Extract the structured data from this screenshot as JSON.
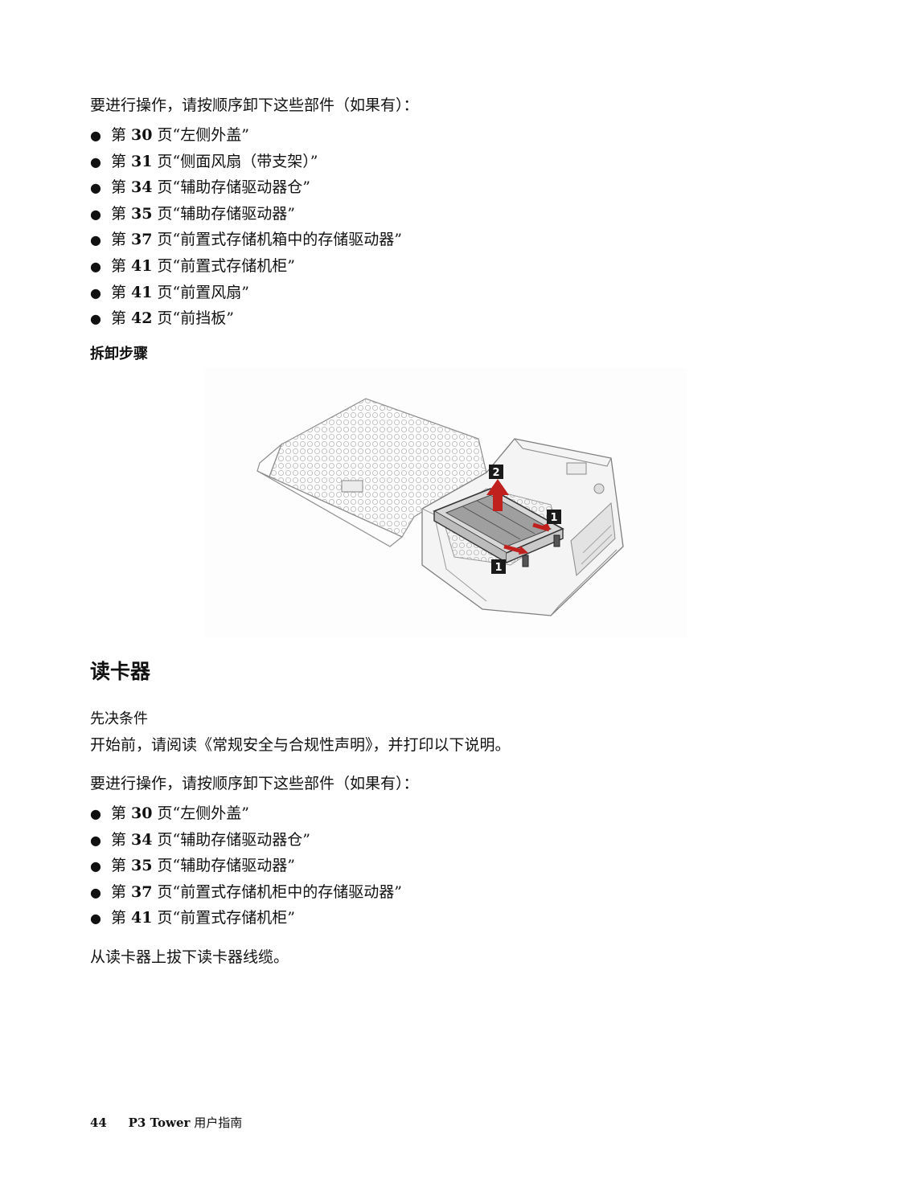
{
  "section1": {
    "intro": "要进行操作，请按顺序卸下这些部件（如果有）：",
    "items": [
      {
        "prefix": "第",
        "page": "30",
        "suffix": "页",
        "title": "“左侧外盖”"
      },
      {
        "prefix": "第",
        "page": "31",
        "suffix": "页",
        "title": "“侧面风扇（带支架）”"
      },
      {
        "prefix": "第",
        "page": "34",
        "suffix": "页",
        "title": "“辅助存储驱动器仓”"
      },
      {
        "prefix": "第",
        "page": "35",
        "suffix": "页",
        "title": "“辅助存储驱动器”"
      },
      {
        "prefix": "第",
        "page": "37",
        "suffix": "页",
        "title": "“前置式存储机箱中的存储驱动器”"
      },
      {
        "prefix": "第",
        "page": "41",
        "suffix": "页",
        "title": "“前置式存储机柜”"
      },
      {
        "prefix": "第",
        "page": "41",
        "suffix": "页",
        "title": "“前置风扇”"
      },
      {
        "prefix": "第",
        "page": "42",
        "suffix": "页",
        "title": "“前挡板”"
      }
    ],
    "steps_heading": "拆卸步骤"
  },
  "figure": {
    "callouts": [
      "2",
      "1",
      "1"
    ],
    "colors": {
      "arrow": "#c0201e",
      "callout_bg": "#1a1a1a",
      "line": "#9a9a9a"
    }
  },
  "section2": {
    "heading": "读卡器",
    "prereq_heading": "先决条件",
    "prereq_text": "开始前，请阅读《常规安全与合规性声明》，并打印以下说明。",
    "intro": "要进行操作，请按顺序卸下这些部件（如果有）：",
    "items": [
      {
        "prefix": "第",
        "page": "30",
        "suffix": "页",
        "title": "“左侧外盖”"
      },
      {
        "prefix": "第",
        "page": "34",
        "suffix": "页",
        "title": "“辅助存储驱动器仓”"
      },
      {
        "prefix": "第",
        "page": "35",
        "suffix": "页",
        "title": "“辅助存储驱动器”"
      },
      {
        "prefix": "第",
        "page": "37",
        "suffix": "页",
        "title": "“前置式存储机柜中的存储驱动器”"
      },
      {
        "prefix": "第",
        "page": "41",
        "suffix": "页",
        "title": "“前置式存储机柜”"
      }
    ],
    "note": "从读卡器上拔下读卡器线缆。"
  },
  "footer": {
    "page_number": "44",
    "product": "P3 Tower",
    "guide": "用户指南"
  }
}
